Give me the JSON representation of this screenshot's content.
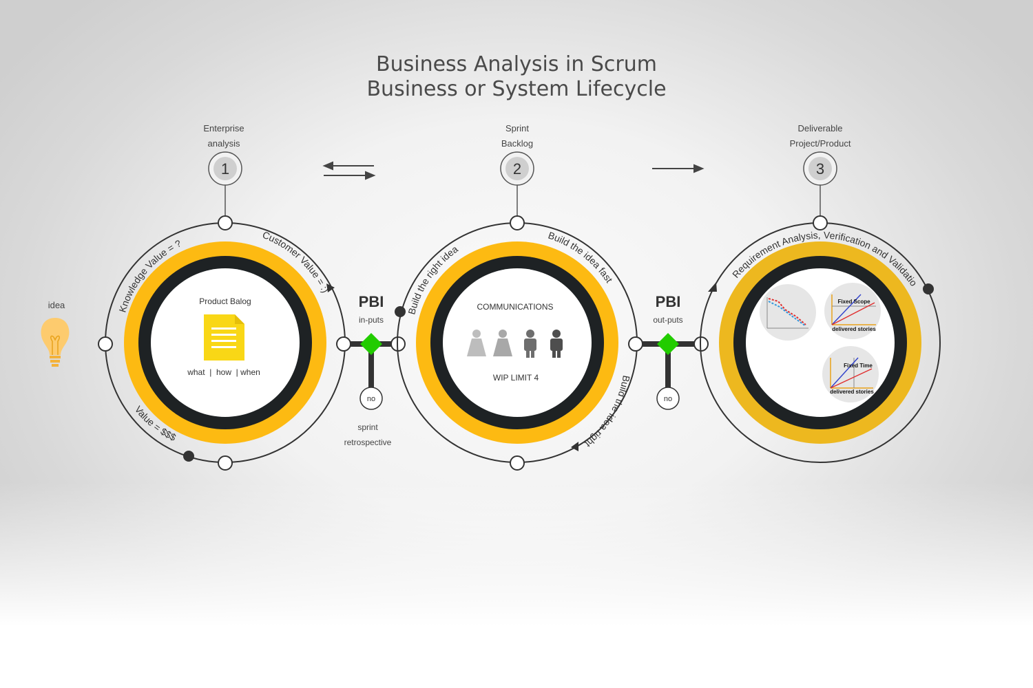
{
  "title": {
    "line1": "Business Analysis in Scrum",
    "line2": "Business or System Lifecycle"
  },
  "stages": [
    {
      "number": "1",
      "label_line1": "Enterprise",
      "label_line2": "analysis"
    },
    {
      "number": "2",
      "label_line1": "Sprint",
      "label_line2": "Backlog"
    },
    {
      "number": "3",
      "label_line1": "Deliverable",
      "label_line2": "Project/Product"
    }
  ],
  "idea": {
    "label": "idea"
  },
  "circle1": {
    "arc_knowledge": "Knowledge Value = ?",
    "arc_customer": "Customer Value = :)",
    "arc_value": "Value = $$$",
    "center_title": "Product Balog",
    "center_caption": "what  |  how  | when"
  },
  "circle2": {
    "arc_right_idea": "Build the right idea",
    "arc_fast": "Build the idea fast",
    "arc_right": "Build the idea right",
    "center_title": "COMMUNICATIONS",
    "center_caption": "WIP LIMIT 4"
  },
  "circle3": {
    "arc_text": "Requirement Analysis, Verification and Validation",
    "chart_scope_label": "Fixed Scope",
    "chart_scope_caption": "delivered stories",
    "chart_time_label": "Fixed Time",
    "chart_time_caption": "delivered stories"
  },
  "connector1": {
    "title": "PBI",
    "subtitle": "in-puts",
    "node_label": "no",
    "caption_line1": "sprint",
    "caption_line2": "retrospective"
  },
  "connector2": {
    "title": "PBI",
    "subtitle": "out-puts",
    "node_label": "no"
  },
  "colors": {
    "yellow": "#FDBA12",
    "yellow3": "#EDB81F",
    "dark": "#1e2224",
    "green": "#22CC00",
    "doc_yellow": "#F9D716"
  }
}
